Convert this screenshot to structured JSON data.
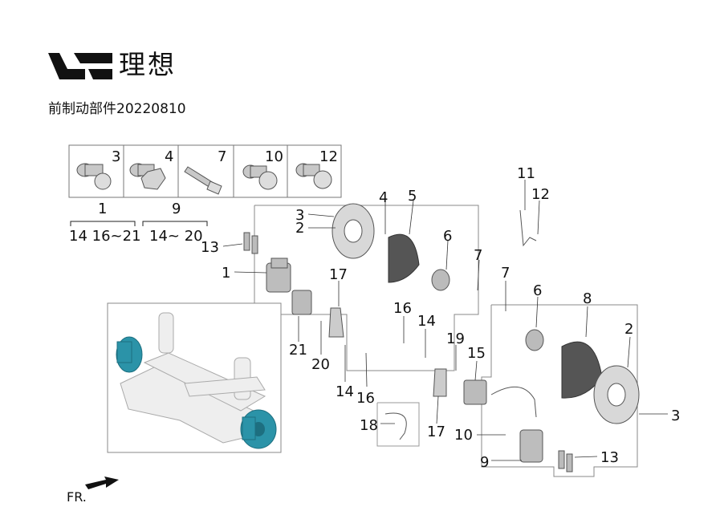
{
  "header": {
    "brand_name": "理想",
    "subtitle": "前制动部件20220810"
  },
  "legend": {
    "fastener_numbers": [
      "3",
      "4",
      "7",
      "10",
      "12"
    ],
    "group_a": {
      "number": "1",
      "members": "14 16~21"
    },
    "group_b": {
      "number": "9",
      "members": "14~ 20"
    }
  },
  "callouts": {
    "c13a": "13",
    "c1": "1",
    "c3a": "3",
    "c2a": "2",
    "c4a": "4",
    "c5": "5",
    "c6a": "6",
    "c7a": "7",
    "c11": "11",
    "c12": "12",
    "c17a": "17",
    "c21": "21",
    "c20": "20",
    "c16a": "16",
    "c14a": "14",
    "c14b": "14",
    "c16b": "16",
    "c19": "19",
    "c15": "15",
    "c18": "18",
    "c17b": "17",
    "c10": "10",
    "c9": "9",
    "c13b": "13",
    "c7b": "7",
    "c6b": "6",
    "c8": "8",
    "c2b": "2",
    "c3b": "3"
  },
  "footer": {
    "direction_label": "FR."
  },
  "colors": {
    "highlight": "#2b93a8",
    "ink": "#111111",
    "part_gray": "#9a9a9a"
  }
}
